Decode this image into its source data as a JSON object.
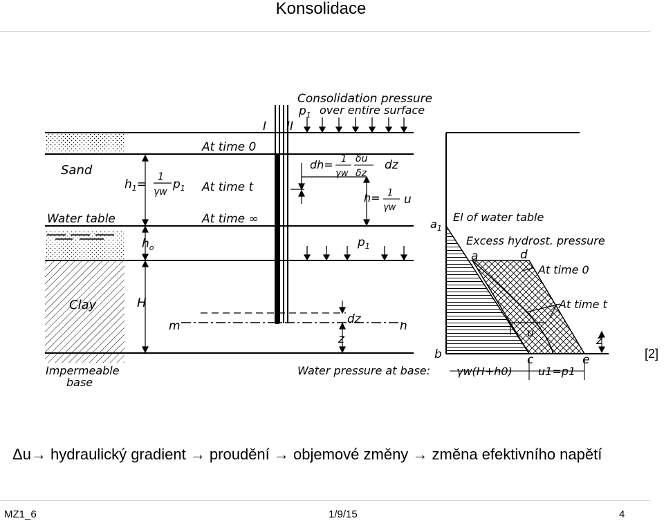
{
  "slide": {
    "title": "Konsolidace",
    "reference": "[2]",
    "caption": "Δu→ hydraulický gradient → proudění → objemové změny → změna efektivního napětí"
  },
  "footer": {
    "left": "MZ1_6",
    "center": "1/9/15",
    "right": "4"
  },
  "diagram": {
    "consolidation_pressure": "Consolidation pressure",
    "entire_surface": "over entire surface",
    "p1": "p",
    "sub1": "1",
    "roman_1": "I",
    "roman_2": "II",
    "at_time_0": "At time 0",
    "at_time_t": "At time t",
    "at_time_inf": "At time ∞",
    "sand": "Sand",
    "water_table": "Water table",
    "clay": "Clay",
    "impermeable": "Impermeable",
    "base": "base",
    "h1": "h",
    "h0": "h",
    "sub0": "o",
    "H": "H",
    "one": "1",
    "gamma_w": "γw",
    "dh": "dh=",
    "du": "δu",
    "dz_part": "δz",
    "dz": "dz",
    "h_eq": "h=",
    "u": "u",
    "m": "m",
    "n": "n",
    "z": "z",
    "water_pressure_base": "Water pressure at base:",
    "gw_H_h0": "γw(H+h0)",
    "u1_p1": "u1=p1",
    "el_water_table": "El of water table",
    "excess_pressure": "Excess hydrost. pressure",
    "at_time_0_right": "At time 0",
    "at_time_t_right": "At time t",
    "a1": "a",
    "a": "a",
    "d": "d",
    "b": "b",
    "c": "c",
    "e": "e"
  }
}
